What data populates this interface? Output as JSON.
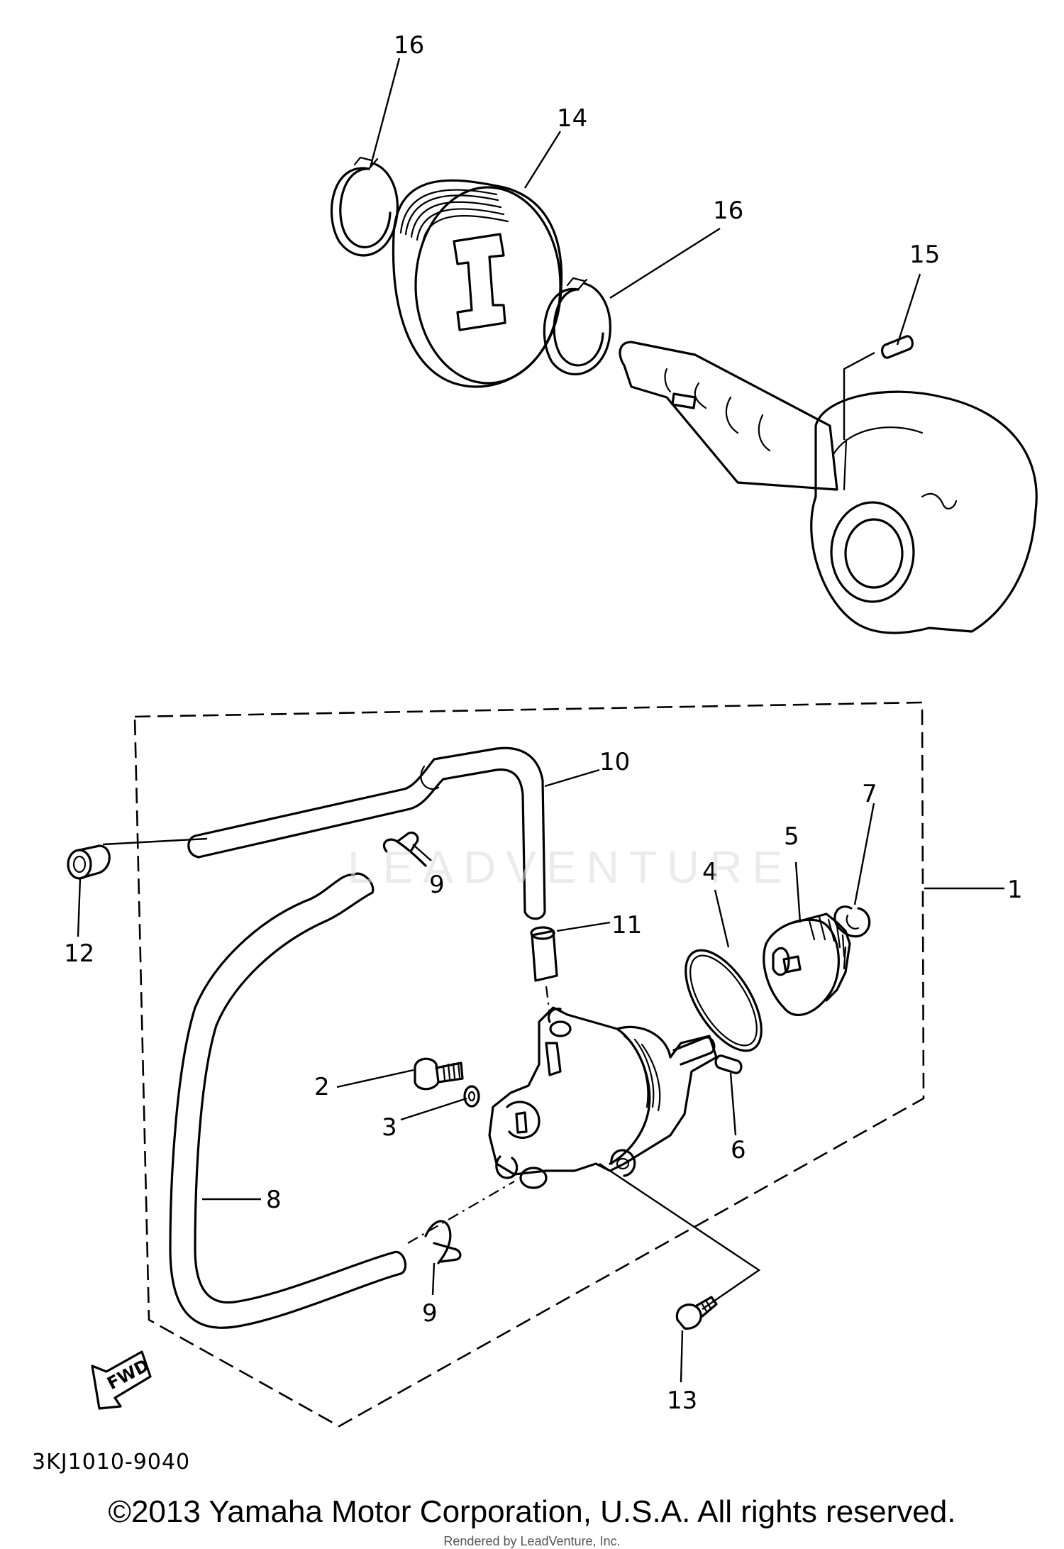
{
  "diagram": {
    "callouts": [
      {
        "id": "16a",
        "text": "16"
      },
      {
        "id": "14",
        "text": "14"
      },
      {
        "id": "16b",
        "text": "16"
      },
      {
        "id": "15",
        "text": "15"
      },
      {
        "id": "10",
        "text": "10"
      },
      {
        "id": "7",
        "text": "7"
      },
      {
        "id": "5",
        "text": "5"
      },
      {
        "id": "4",
        "text": "4"
      },
      {
        "id": "1",
        "text": "1"
      },
      {
        "id": "9a",
        "text": "9"
      },
      {
        "id": "11",
        "text": "11"
      },
      {
        "id": "12",
        "text": "12"
      },
      {
        "id": "2",
        "text": "2"
      },
      {
        "id": "3",
        "text": "3"
      },
      {
        "id": "6",
        "text": "6"
      },
      {
        "id": "8",
        "text": "8"
      },
      {
        "id": "9b",
        "text": "9"
      },
      {
        "id": "13",
        "text": "13"
      }
    ],
    "fwd_label": "FWD",
    "diagram_code": "3KJ1010-9040"
  },
  "watermark": "LEADVENTURE",
  "copyright": "©2013 Yamaha Motor Corporation, U.S.A. All rights reserved.",
  "rendered_by": "Rendered by LeadVenture, Inc."
}
